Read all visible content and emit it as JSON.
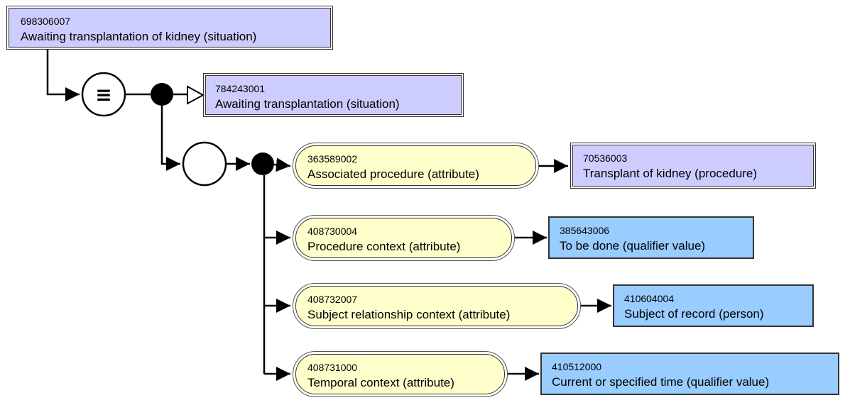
{
  "focus_concept": {
    "code": "698306007",
    "term": "Awaiting transplantation of kidney (situation)"
  },
  "definition_status_symbol": "≡",
  "parent_concept": {
    "code": "784243001",
    "term": "Awaiting transplantation (situation)"
  },
  "relationships": [
    {
      "attribute": {
        "code": "363589002",
        "term": "Associated procedure (attribute)"
      },
      "value": {
        "code": "70536003",
        "term": "Transplant of kidney (procedure)"
      }
    },
    {
      "attribute": {
        "code": "408730004",
        "term": "Procedure context (attribute)"
      },
      "value": {
        "code": "385643006",
        "term": "To be done (qualifier value)"
      }
    },
    {
      "attribute": {
        "code": "408732007",
        "term": "Subject relationship context (attribute)"
      },
      "value": {
        "code": "410604004",
        "term": "Subject of record (person)"
      }
    },
    {
      "attribute": {
        "code": "408731000",
        "term": "Temporal context (attribute)"
      },
      "value": {
        "code": "410512000",
        "term": "Current or specified time (qualifier value)"
      }
    }
  ],
  "colors": {
    "defined": "#ccccff",
    "primitive": "#99ccff",
    "attribute": "#ffffcc",
    "line": "#000000"
  }
}
